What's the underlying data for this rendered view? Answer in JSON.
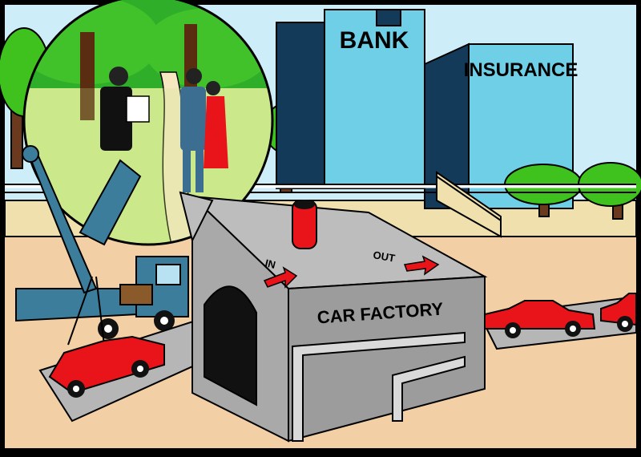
{
  "buildings": {
    "bank_label": "BANK",
    "insurance_label": "INSURANCE"
  },
  "factory": {
    "label": "CAR FACTORY",
    "in_label": "IN",
    "out_label": "OUT"
  },
  "colors": {
    "sky": "#cdeef8",
    "building_front": "#6ecfe6",
    "building_side": "#143a5a",
    "factory_gray": "#a9a9a9",
    "ground": "#f3cfa6",
    "car_red": "#e8141a",
    "tree_green": "#3fc11e",
    "crane_blue": "#3c7d9c"
  }
}
